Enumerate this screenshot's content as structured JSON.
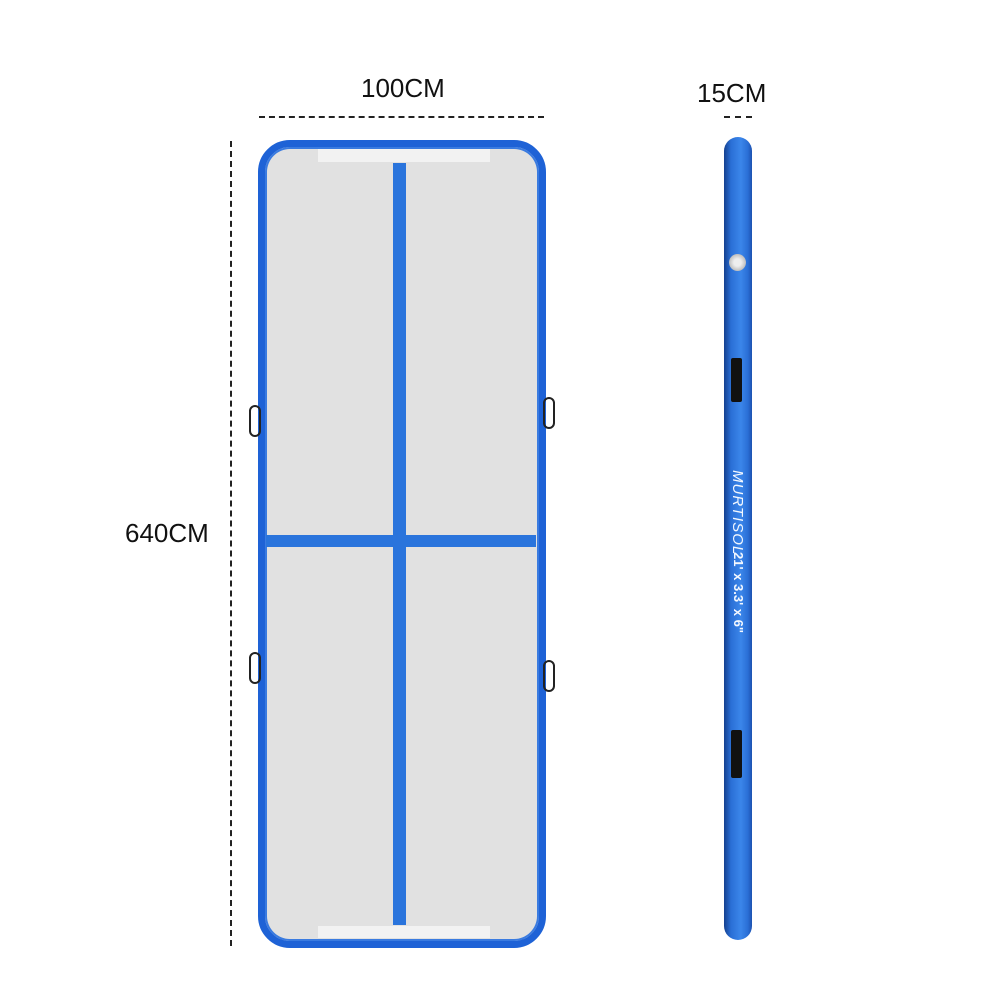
{
  "dimensions": {
    "width_label": "100CM",
    "length_label": "640CM",
    "thickness_label": "15CM"
  },
  "product": {
    "brand_logo": "MURTISOL",
    "size_print": "21' x 3.3' x 6\"",
    "colors": {
      "mat_blue": "#1e62d6",
      "surface_gray": "#e1e1e1",
      "stripe_blue": "#2a74dc"
    }
  }
}
